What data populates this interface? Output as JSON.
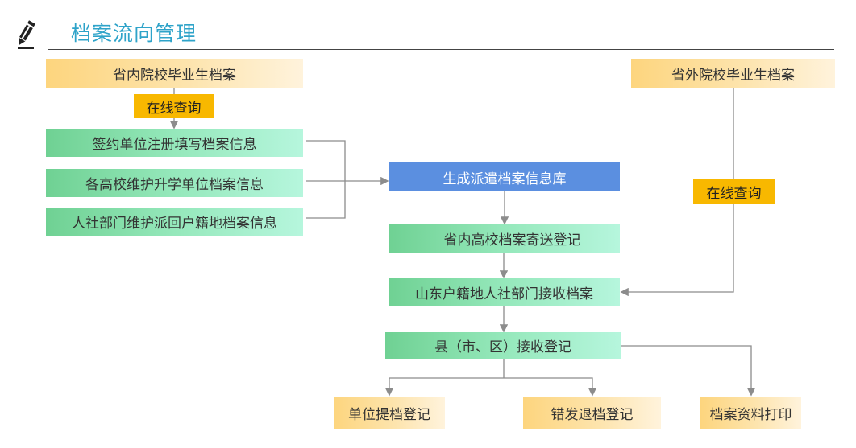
{
  "header": {
    "title": "档案流向管理",
    "icon": "pencil-icon"
  },
  "nodes": {
    "in_province_grads": "省内院校毕业生档案",
    "online_query_left": "在线查询",
    "employer_register": "签约单位注册填写档案信息",
    "college_maintain": "各高校维护升学单位档案信息",
    "hr_maintain": "人社部门维护派回户籍地档案信息",
    "generate_db": "生成派遣档案信息库",
    "college_send": "省内高校档案寄送登记",
    "shandong_receive": "山东户籍地人社部门接收档案",
    "county_register": "县（市、区）接收登记",
    "unit_pickup": "单位提档登记",
    "misdelivery_return": "错发退档登记",
    "print_materials": "档案资料打印",
    "out_province_grads": "省外院校毕业生档案",
    "online_query_right": "在线查询"
  },
  "colors": {
    "title": "#2ea3c9",
    "yellow_start": "#fdd57e",
    "green_start": "#6fd193",
    "blue": "#5b8fe0",
    "tag": "#f8b800",
    "connector": "#8c8c8c"
  }
}
